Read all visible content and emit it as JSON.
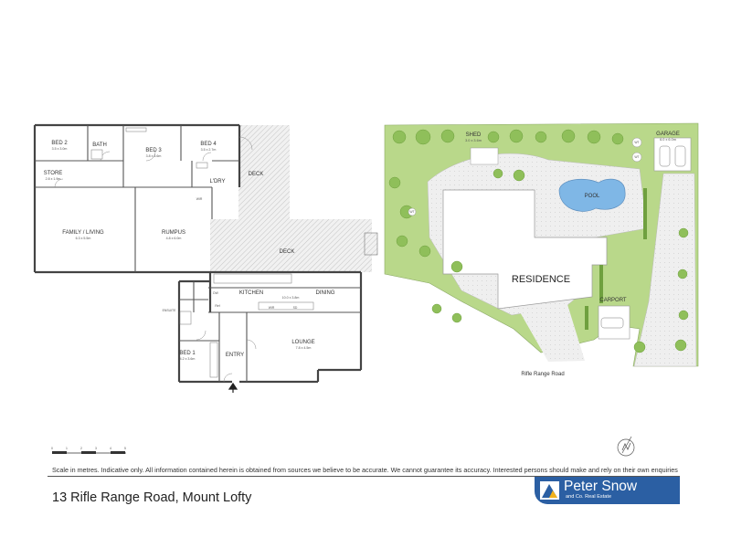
{
  "floor_plan": {
    "rooms": {
      "bed2": {
        "name": "BED 2",
        "dim": "3.5 x 3.0m"
      },
      "bath": {
        "name": "BATH"
      },
      "bed3": {
        "name": "BED 3",
        "dim": "3.8 x 3.6m"
      },
      "bed4": {
        "name": "BED 4",
        "dim": "3.5 x 2.7m"
      },
      "store": {
        "name": "STORE",
        "dim": "2.8 x 1.9m"
      },
      "ldry": {
        "name": "L'DRY"
      },
      "deck_upper": {
        "name": "DECK"
      },
      "family": {
        "name": "FAMILY / LIVING",
        "dim": "6.3 x 5.5m"
      },
      "rumpus": {
        "name": "RUMPUS",
        "dim": "4.8 x 6.0m"
      },
      "deck_main": {
        "name": "DECK"
      },
      "kitchen": {
        "name": "KITCHEN",
        "dim": "10.0 x 3.8m"
      },
      "dining": {
        "name": "DINING"
      },
      "ensuite": {
        "name": "ENSUITE"
      },
      "bed1": {
        "name": "BED 1",
        "dim": "4.2 x 3.6m"
      },
      "entry": {
        "name": "ENTRY"
      },
      "lounge": {
        "name": "LOUNGE",
        "dim": "7.8 x 4.5m"
      }
    },
    "fixtures": {
      "wir": "WIR",
      "dw": "DW",
      "ref": "Ref",
      "wir_lower": "WIR",
      "sd": "SD"
    }
  },
  "site_plan": {
    "shed": {
      "name": "SHED",
      "dim": "3.0 x 3.6m"
    },
    "garage": {
      "name": "GARAGE",
      "dim": "6.0 x 6.0m"
    },
    "pool": {
      "name": "POOL"
    },
    "residence": {
      "name": "RESIDENCE"
    },
    "carport": {
      "name": "CARPORT"
    },
    "road": "Rifle Range Road",
    "tanks": [
      "WT",
      "WT",
      "WT"
    ]
  },
  "scale_bar": {
    "ticks": [
      "0",
      "1",
      "2",
      "3",
      "4",
      "5"
    ]
  },
  "footer": {
    "disclaimer": "Scale in metres. Indicative only. All information contained herein is obtained from sources we believe to be accurate. We cannot guarantee its accuracy. Interested persons should make and rely on their own enquiries",
    "address": "13 Rifle Range Road, Mount Lofty",
    "logo_name": "Peter Snow",
    "logo_tagline": "and Co. Real Estate"
  },
  "colors": {
    "grass": "#b9d88a",
    "tree": "#8fbf5a",
    "tree_dark": "#6fa03f",
    "paving": "#ececec",
    "pool": "#7fb7e6",
    "deck": "#e8e8e8",
    "logo": "#2b5fa3",
    "logo_accent": "#f2b21b"
  }
}
